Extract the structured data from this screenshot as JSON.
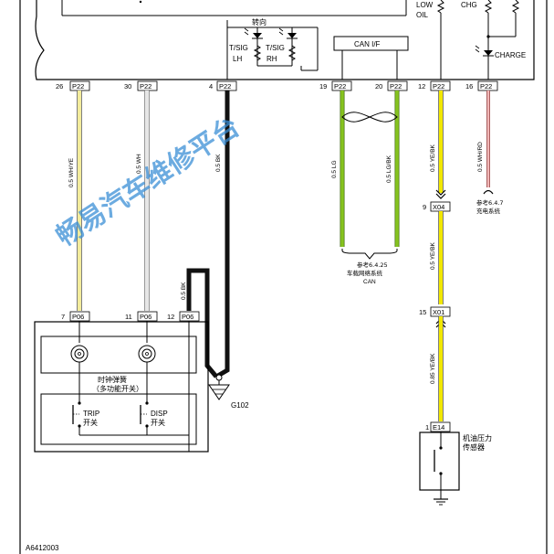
{
  "cluster": {
    "turn_label": "转向",
    "tsig_lh": [
      "T/SIG",
      "LH"
    ],
    "tsig_rh": [
      "T/SIG",
      "RH"
    ],
    "can_if": "CAN I/F",
    "low_oil": [
      "LOW",
      "OIL"
    ],
    "chg": "CHG",
    "charge": "CHARGE"
  },
  "p22_pins": [
    {
      "num": "26",
      "conn": "P22"
    },
    {
      "num": "30",
      "conn": "P22"
    },
    {
      "num": "4",
      "conn": "P22"
    },
    {
      "num": "19",
      "conn": "P22"
    },
    {
      "num": "20",
      "conn": "P22"
    },
    {
      "num": "12",
      "conn": "P22"
    },
    {
      "num": "16",
      "conn": "P22"
    }
  ],
  "wires": {
    "wh_ye": "0.5 WH/YE",
    "wh": "0.5 WH",
    "bk": "0.5 BK",
    "bk_short": "0.5 BK",
    "lg": "0.5 LG",
    "lg_bk": "0.5 LG/BK",
    "ye_bk_1": "0.5 YE/BK",
    "ye_bk_2": "0.5 YE/BK",
    "ye_bk_3": "0.85 YE/BK",
    "wh_rd": "0.5 WH/RD"
  },
  "colors": {
    "wh_ye": "#f3ec9c",
    "wh": "#d2d2d2",
    "bk": "#111111",
    "lg": "#86c31f",
    "ye": "#f2e800",
    "rd": "#e58a8a"
  },
  "refs": {
    "can_ref": [
      "参考6.4.25",
      "车载网络系统",
      "CAN"
    ],
    "chg_ref": [
      "参考6.4.7",
      "充电系统"
    ]
  },
  "x04": {
    "num": "9",
    "conn": "X04"
  },
  "x01": {
    "num": "15",
    "conn": "X01"
  },
  "p06_pins": [
    {
      "num": "7",
      "conn": "P06"
    },
    {
      "num": "11",
      "conn": "P06"
    },
    {
      "num": "12",
      "conn": "P06"
    }
  ],
  "clock_spring": [
    "时钟弹簧",
    "（多功能开关）"
  ],
  "switches": {
    "trip": [
      "TRIP",
      "开关"
    ],
    "disp": [
      "DISP",
      "开关"
    ]
  },
  "ground": "G102",
  "e14": {
    "num": "1",
    "conn": "E14"
  },
  "oil_sensor": [
    "机油压力",
    "传感器"
  ],
  "figure_id": "A6412003",
  "watermark": "畅易汽车维修平台"
}
